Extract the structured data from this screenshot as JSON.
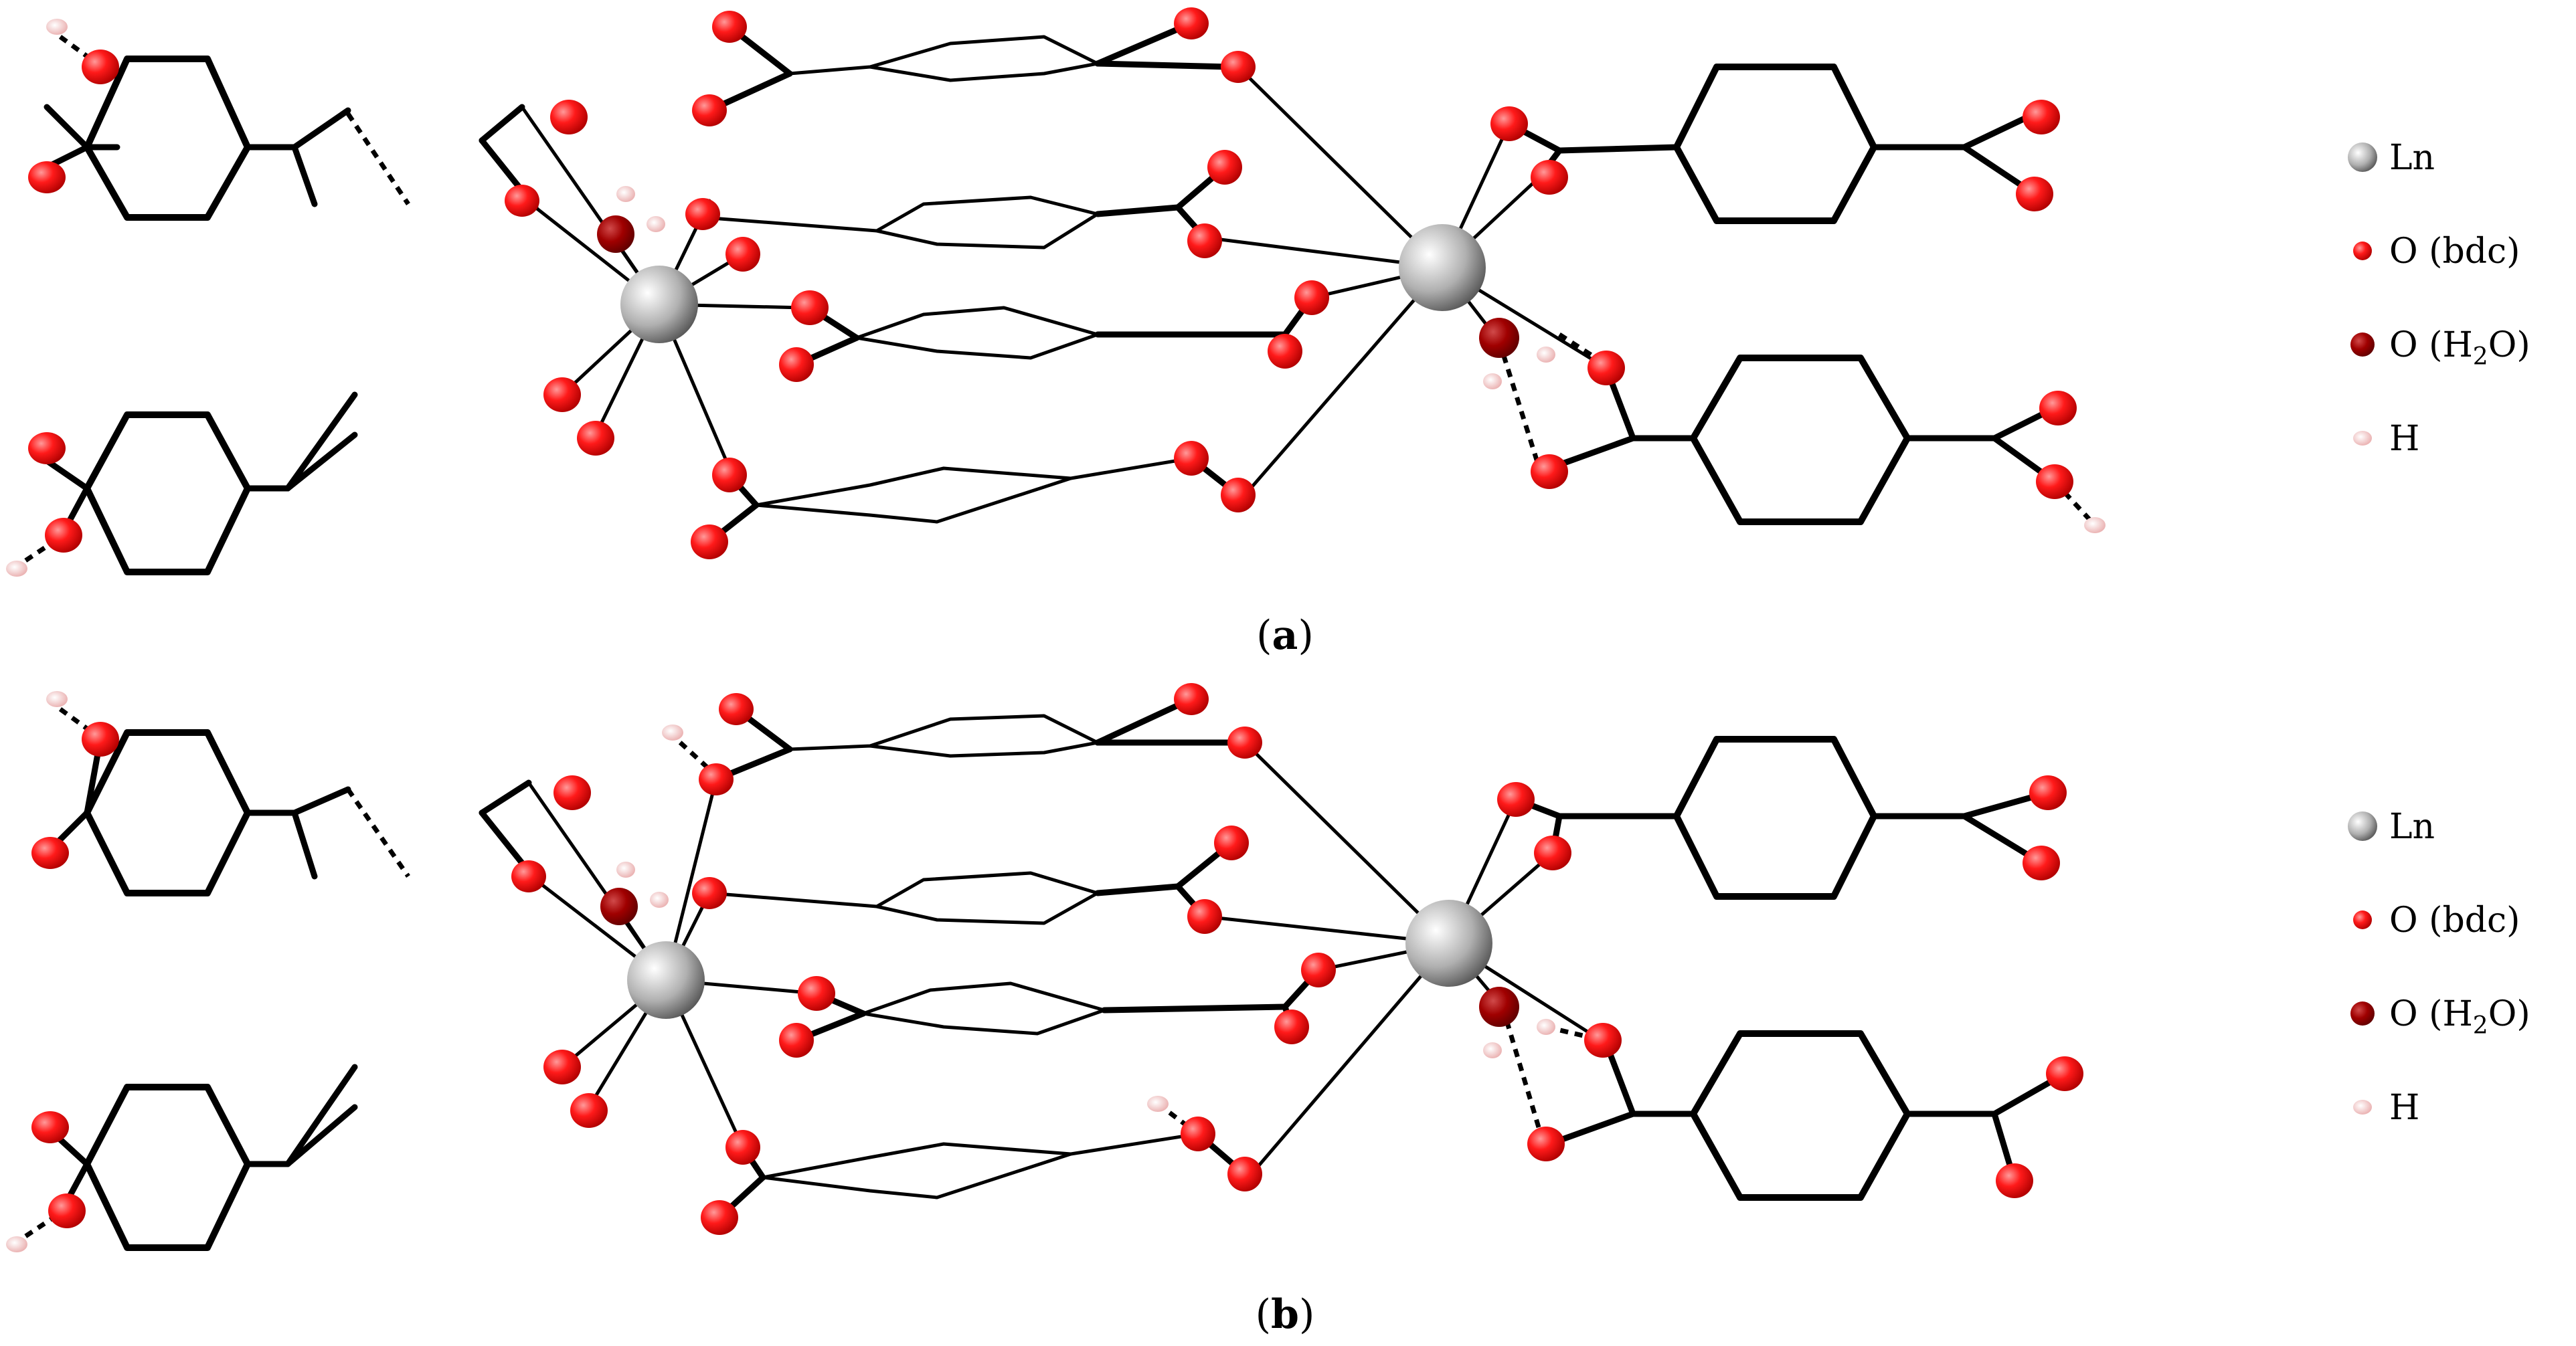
{
  "panels": [
    {
      "id": "a",
      "label": "a"
    },
    {
      "id": "b",
      "label": "b"
    }
  ],
  "legend": {
    "items": [
      {
        "key": "ln",
        "text": "Ln",
        "color": "#8c8c8c"
      },
      {
        "key": "o_bdc",
        "text": "O (bdc)",
        "color": "#ff1a1a"
      },
      {
        "key": "o_h2o",
        "text": "O (H",
        "sub": "2",
        "text_after": "O)",
        "color": "#a00000"
      },
      {
        "key": "h",
        "text": "H",
        "color": "#f3c4c4"
      }
    ]
  },
  "colors": {
    "bond": "#000000",
    "ln": "#9a9a9a",
    "o_bdc": "#ff1a1a",
    "o_h2o": "#a00000",
    "h": "#f3c4c4"
  }
}
